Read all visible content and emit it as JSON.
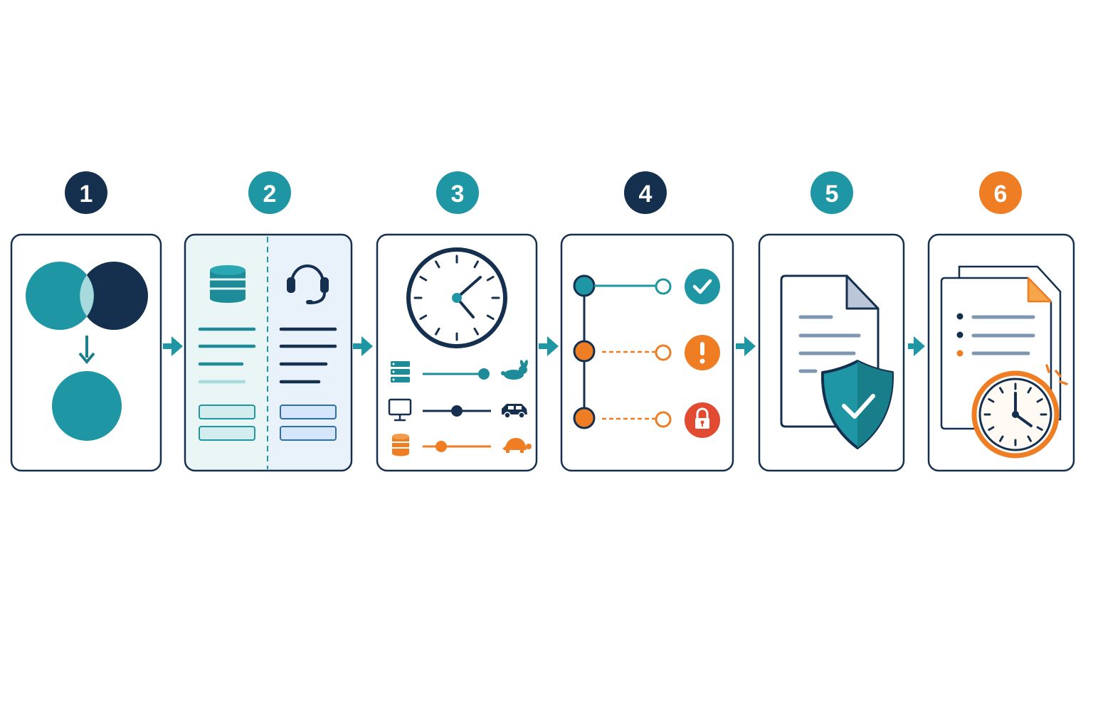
{
  "colors": {
    "navy": "#15304f",
    "teal": "#1e96a3",
    "orange": "#ef7d23",
    "red": "#e14b32",
    "panel_tint_left": "#eaf5f6",
    "panel_tint_right": "#e9f1fb"
  },
  "steps": [
    {
      "number": "1",
      "badge_color": "#15304f",
      "icon": "venn-merge-icon"
    },
    {
      "number": "2",
      "badge_color": "#1e96a3",
      "icon": "database-and-support-split-icon"
    },
    {
      "number": "3",
      "badge_color": "#1e96a3",
      "icon": "clock-speed-tiers-icon"
    },
    {
      "number": "4",
      "badge_color": "#15304f",
      "icon": "status-branches-icon"
    },
    {
      "number": "5",
      "badge_color": "#1e96a3",
      "icon": "document-shield-icon"
    },
    {
      "number": "6",
      "badge_color": "#ef7d23",
      "icon": "documents-clock-icon"
    }
  ],
  "connectors": [
    "arrow-right-icon",
    "arrow-right-icon",
    "arrow-right-icon",
    "arrow-right-icon",
    "arrow-right-icon"
  ]
}
